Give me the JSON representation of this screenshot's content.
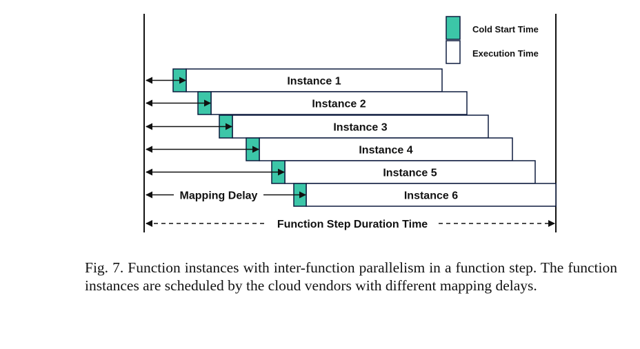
{
  "legend": {
    "cold_start": "Cold Start Time",
    "execution": "Execution Time"
  },
  "instances": [
    {
      "label": "Instance 1"
    },
    {
      "label": "Instance 2"
    },
    {
      "label": "Instance 3"
    },
    {
      "label": "Instance 4"
    },
    {
      "label": "Instance 5"
    },
    {
      "label": "Instance 6"
    }
  ],
  "mapping_delay_label": "Mapping Delay",
  "duration_label": "Function Step Duration Time",
  "colors": {
    "cold_start": "#3cc6a8",
    "execution": "#ffffff",
    "outline": "#0d1b3e",
    "line": "#111111"
  },
  "caption": "Fig. 7.  Function instances with inter-function parallelism in a function step. The function instances are scheduled by the cloud vendors with different mapping delays."
}
